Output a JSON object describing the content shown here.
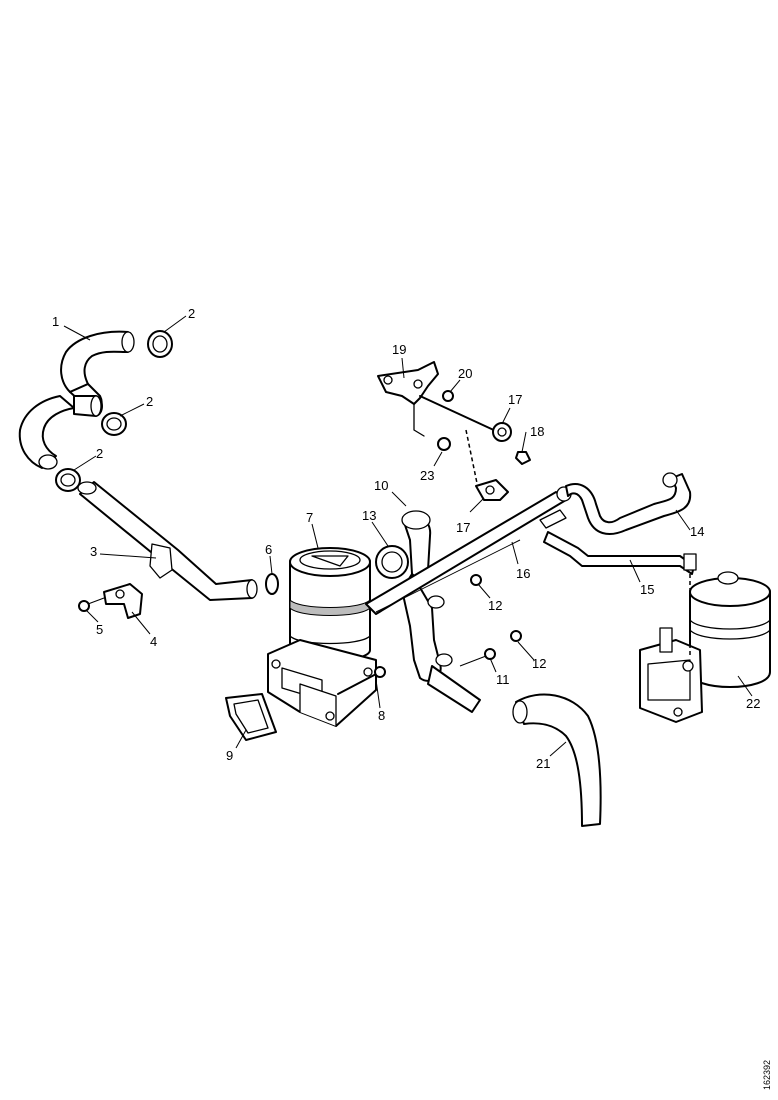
{
  "diagram": {
    "reference_code": "162392",
    "callouts": [
      {
        "id": "c1",
        "text": "1"
      },
      {
        "id": "c2a",
        "text": "2"
      },
      {
        "id": "c2b",
        "text": "2"
      },
      {
        "id": "c2c",
        "text": "2"
      },
      {
        "id": "c3",
        "text": "3"
      },
      {
        "id": "c4",
        "text": "4"
      },
      {
        "id": "c5",
        "text": "5"
      },
      {
        "id": "c6",
        "text": "6"
      },
      {
        "id": "c7",
        "text": "7"
      },
      {
        "id": "c8",
        "text": "8"
      },
      {
        "id": "c9",
        "text": "9"
      },
      {
        "id": "c10",
        "text": "10"
      },
      {
        "id": "c11",
        "text": "11"
      },
      {
        "id": "c12a",
        "text": "12"
      },
      {
        "id": "c12b",
        "text": "12"
      },
      {
        "id": "c13",
        "text": "13"
      },
      {
        "id": "c14",
        "text": "14"
      },
      {
        "id": "c15",
        "text": "15"
      },
      {
        "id": "c16",
        "text": "16"
      },
      {
        "id": "c17a",
        "text": "17"
      },
      {
        "id": "c17b",
        "text": "17"
      },
      {
        "id": "c18",
        "text": "18"
      },
      {
        "id": "c19",
        "text": "19"
      },
      {
        "id": "c20",
        "text": "20"
      },
      {
        "id": "c21",
        "text": "21"
      },
      {
        "id": "c22",
        "text": "22"
      },
      {
        "id": "c23",
        "text": "23"
      }
    ]
  }
}
